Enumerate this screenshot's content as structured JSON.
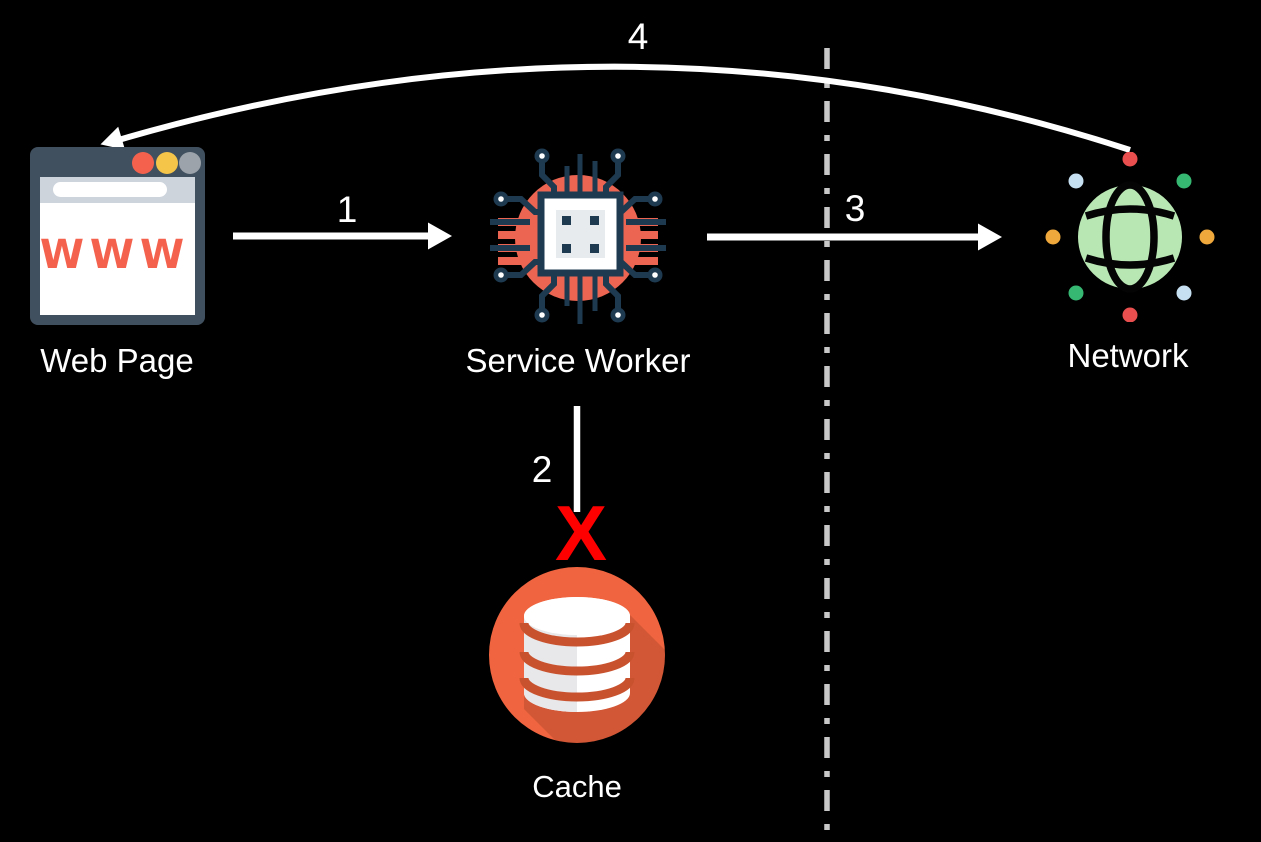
{
  "diagram": {
    "type": "flow",
    "background_color": "#000000",
    "nodes": [
      {
        "id": "web-page",
        "label": "Web Page",
        "icon": "browser-window-icon",
        "icon_text": "WWW"
      },
      {
        "id": "service-worker",
        "label": "Service Worker",
        "icon": "cpu-chip-icon"
      },
      {
        "id": "network",
        "label": "Network",
        "icon": "globe-icon"
      },
      {
        "id": "cache",
        "label": "Cache",
        "icon": "database-icon"
      }
    ],
    "edges": [
      {
        "label": "1",
        "from": "web-page",
        "to": "service-worker",
        "style": "straight-arrow"
      },
      {
        "label": "2",
        "from": "service-worker",
        "to": "cache",
        "style": "straight-line",
        "blocked": true,
        "blocked_marker": "X"
      },
      {
        "label": "3",
        "from": "service-worker",
        "to": "network",
        "style": "straight-arrow"
      },
      {
        "label": "4",
        "from": "network",
        "to": "web-page",
        "style": "curved-arrow"
      }
    ],
    "divider": {
      "orientation": "vertical",
      "style": "dash-dot",
      "color": "#C8C8C8"
    },
    "colors": {
      "arrow": "#FFFFFF",
      "label_text": "#FFFFFF",
      "blocked_x": "#FF0000",
      "browser_frame": "#41505F",
      "browser_dot_red": "#F4624E",
      "browser_dot_yellow": "#F5C54A",
      "browser_dot_gray": "#9CA3AA",
      "browser_bar": "#CDD4DC",
      "www_text": "#F4624E",
      "chip_coral": "#EB6552",
      "chip_navy": "#1E3A50",
      "globe_green": "#B9E7B4",
      "globe_dot_red": "#E94F4F",
      "globe_dot_orange": "#EFA83C",
      "globe_dot_green": "#36B873",
      "globe_dot_blue": "#C6E0F2",
      "cache_orange": "#F0653F",
      "cache_band_gap": "#C9522E"
    }
  }
}
